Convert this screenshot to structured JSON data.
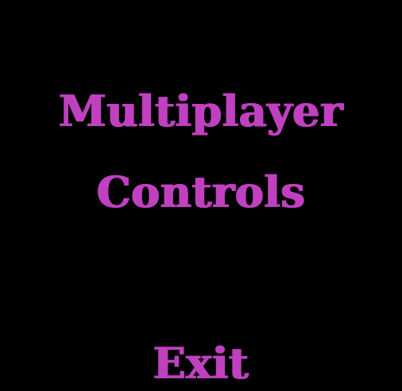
{
  "menu": {
    "items": [
      {
        "label": "Multiplayer"
      },
      {
        "label": "Controls"
      },
      {
        "label": "Exit"
      }
    ]
  },
  "colors": {
    "background": "#000000",
    "menu_text": "#c040c0"
  }
}
